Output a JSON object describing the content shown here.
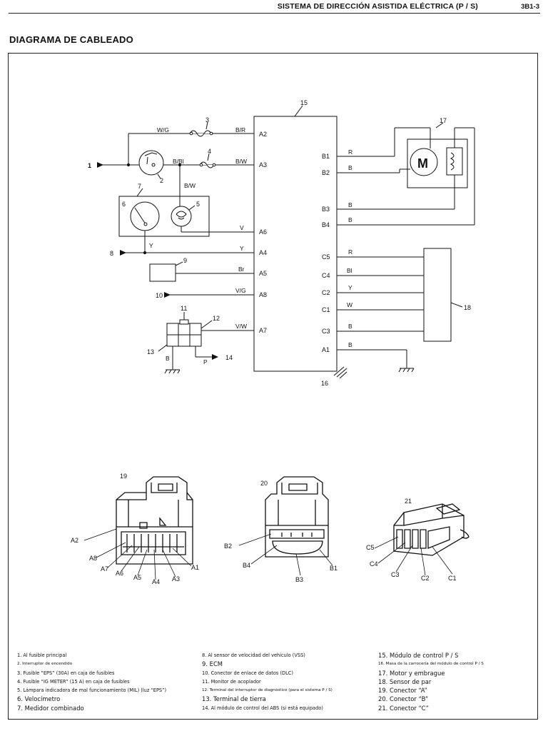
{
  "header": {
    "title": "SISTEMA DE DIRECCIÓN ASISTIDA ELÉCTRICA (P / S)",
    "page": "3B1-3"
  },
  "section_title": "DIAGRAMA DE CABLEADO",
  "diagram": {
    "component_numbers": [
      "1",
      "2",
      "3",
      "4",
      "5",
      "6",
      "7",
      "8",
      "9",
      "10",
      "11",
      "12",
      "13",
      "14",
      "15",
      "16",
      "17",
      "18",
      "19",
      "20",
      "21"
    ],
    "wire_colors": {
      "wg": "W/G",
      "br_top": "B/R",
      "bbl": "B/Bl",
      "bw1": "B/W",
      "bw2": "B/W",
      "v": "V",
      "y_left": "Y",
      "y_mid": "Y",
      "br": "Br",
      "vg": "V/G",
      "vw": "V/W",
      "b13": "B",
      "p14": "P",
      "r_b1": "R",
      "b_b2": "B",
      "b_b3": "B",
      "b_b4": "B",
      "r_c5": "R",
      "bl_c4": "Bl",
      "y_c2": "Y",
      "w_c1": "W",
      "b_c3": "B",
      "b_a1": "B"
    },
    "ecm_pins_left": [
      "A2",
      "A3",
      "A6",
      "A4",
      "A5",
      "A8",
      "A7"
    ],
    "ecm_pins_right": [
      "B1",
      "B2",
      "B3",
      "B4",
      "C5",
      "C4",
      "C2",
      "C1",
      "C3",
      "A1"
    ],
    "motor_letter": "M",
    "connector_a_pins": [
      "A2",
      "A8",
      "A7",
      "A6",
      "A5",
      "A4",
      "A3",
      "A1"
    ],
    "connector_b_pins": [
      "B2",
      "B4",
      "B3",
      "B1"
    ],
    "connector_c_pins": [
      "C5",
      "C4",
      "C3",
      "C2",
      "C1"
    ]
  },
  "legend": {
    "col1": [
      "1. Al fusible principal",
      "2. Interruptor de encendido",
      "3. Fusible “EPS” (30A) en caja de fusibles",
      "4. Fusible “IG METER” (15 A) en caja de fusibles",
      "5. Lámpara indicadora de mal funcionamiento (MIL) (luz “EPS”)",
      "6. Velocímetro",
      "7. Medidor combinado"
    ],
    "col2": [
      "8. Al sensor de velocidad del vehículo (VSS)",
      "9. ECM",
      "10. Conector de enlace de datos (DLC)",
      "11. Monitor de acoplador",
      "12. Terminal del interruptor de diagnóstico (para el sistema P / S)",
      "13. Terminal de tierra",
      "14. Al módulo de control del ABS (si está equipado)"
    ],
    "col3": [
      "15. Módulo de control P / S",
      "16. Masa de la carrocería del módulo de control P / S",
      "17. Motor y embrague",
      "18. Sensor de par",
      "19. Conector “A”",
      "20. Conector “B”",
      "21. Conector “C”"
    ]
  }
}
